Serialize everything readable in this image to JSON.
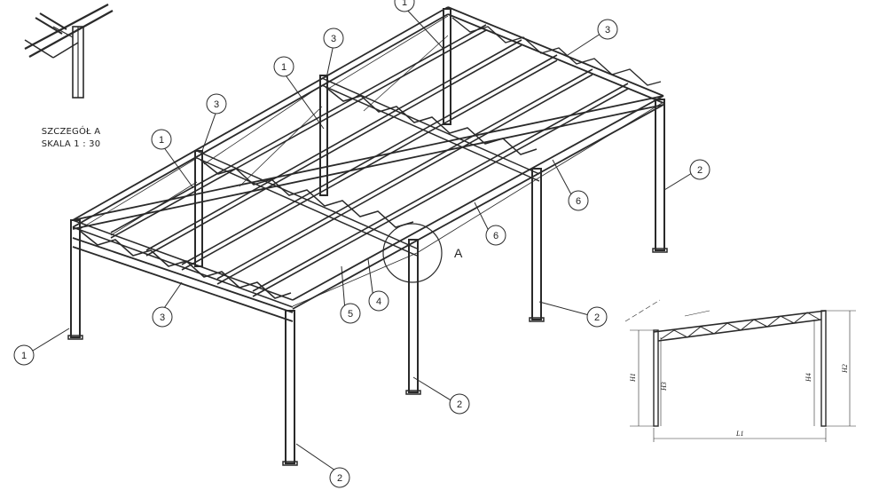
{
  "detail": {
    "title": "SZCZEGÓŁ A",
    "scale": "SKALA 1 : 30",
    "letter": "A"
  },
  "callouts": [
    {
      "id": "c1",
      "label": "1"
    },
    {
      "id": "c2",
      "label": "1"
    },
    {
      "id": "c3",
      "label": "1"
    },
    {
      "id": "c4",
      "label": "1"
    },
    {
      "id": "c5",
      "label": "3"
    },
    {
      "id": "c6",
      "label": "3"
    },
    {
      "id": "c7",
      "label": "3"
    },
    {
      "id": "c8",
      "label": "3"
    },
    {
      "id": "c9",
      "label": "6"
    },
    {
      "id": "c10",
      "label": "6"
    },
    {
      "id": "c11",
      "label": "2"
    },
    {
      "id": "c12",
      "label": "2"
    },
    {
      "id": "c13",
      "label": "2"
    },
    {
      "id": "c14",
      "label": "2"
    },
    {
      "id": "c15",
      "label": "5"
    },
    {
      "id": "c16",
      "label": "4"
    }
  ],
  "side_view": {
    "dims": {
      "h1": "H1",
      "h3": "H3",
      "h4": "H4",
      "h2": "H2",
      "l1": "L1"
    }
  },
  "colors": {
    "line": "#2a2a2a",
    "paper": "#ffffff"
  }
}
